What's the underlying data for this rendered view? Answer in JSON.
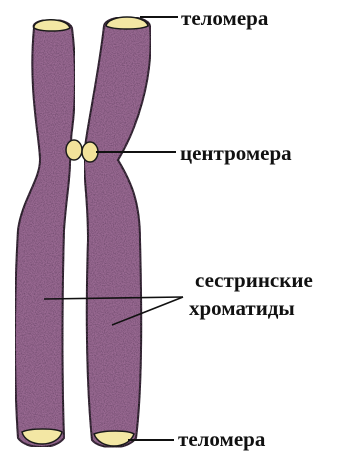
{
  "labels": {
    "telomere_top": "теломера",
    "centromere": "центромера",
    "sister_line1": "сестринские",
    "sister_line2": "хроматиды",
    "telomere_bottom": "теломера"
  },
  "colors": {
    "chromatid_fill": "#9a6a93",
    "chromatid_outline": "#1a1a1a",
    "telomere": "#f3e7a4",
    "centromere": "#f2e29a",
    "leader_line": "#111111",
    "text": "#111111"
  }
}
